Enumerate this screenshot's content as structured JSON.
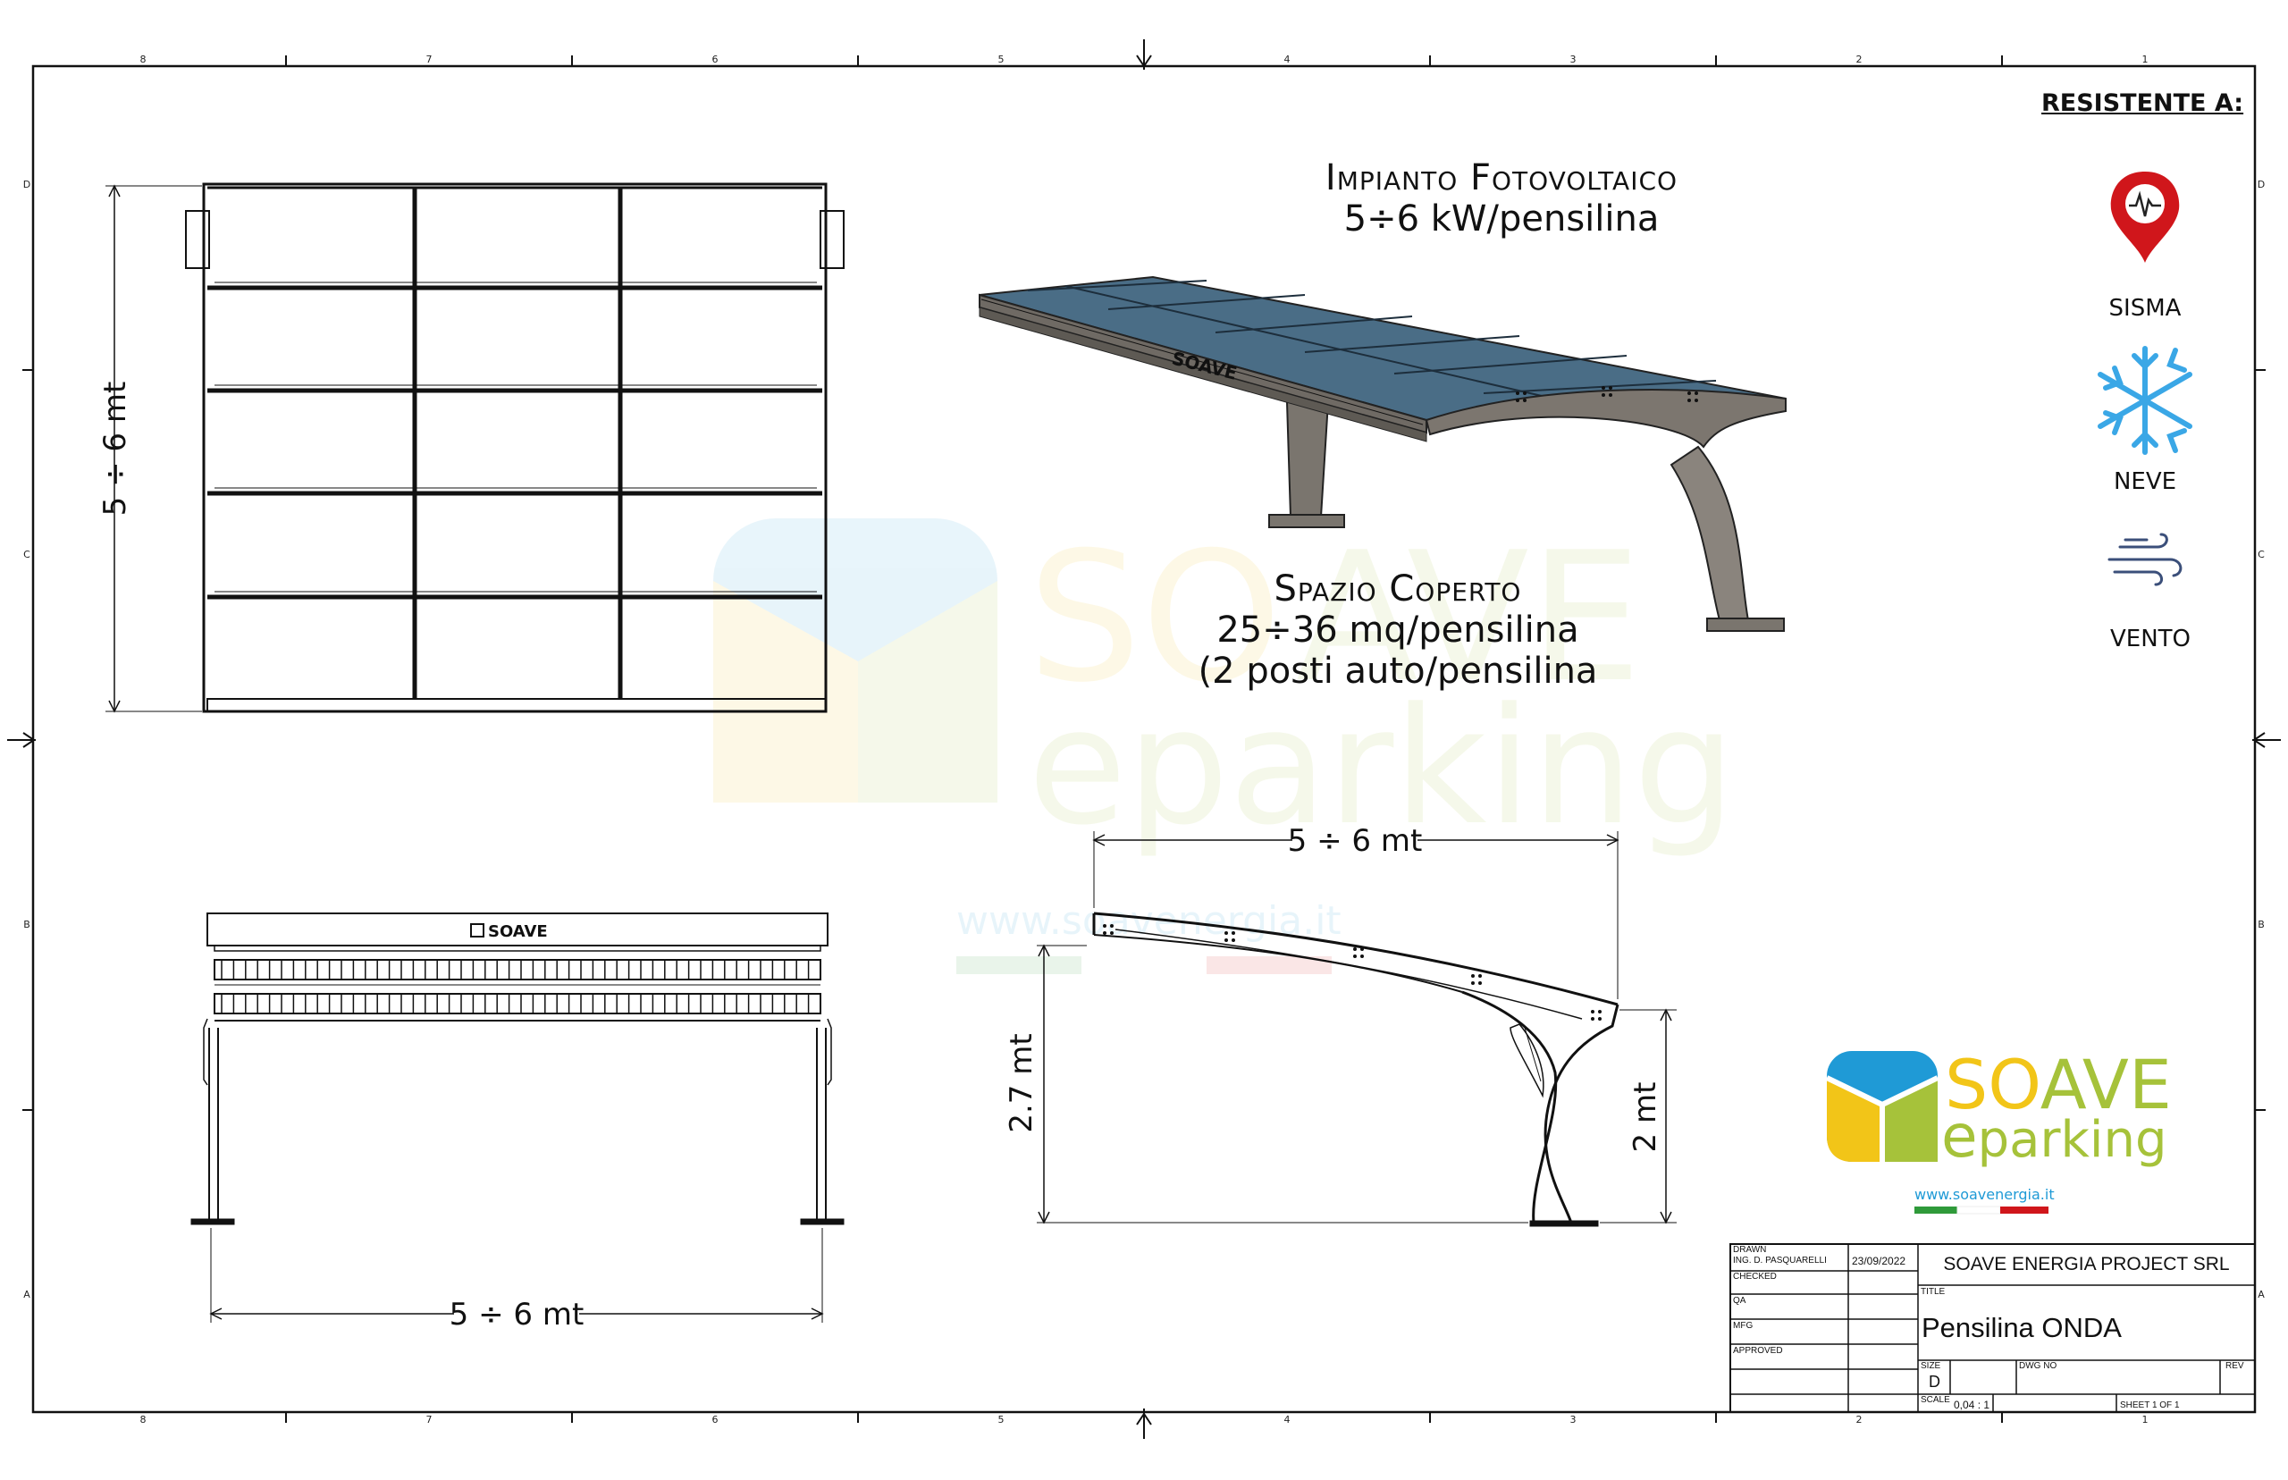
{
  "headings": {
    "pv_title": "Impianto Fotovoltaico",
    "pv_power": "5÷6 kW/pensilina",
    "space_title": "Spazio Coperto",
    "space_area": "25÷36 mq/pensilina",
    "space_cars": "(2 posti auto/pensilina"
  },
  "resistance": {
    "title": "RESISTENTE A:",
    "items": [
      {
        "label": "SISMA",
        "icon": "seismic-pin-icon",
        "color": "#d0161b"
      },
      {
        "label": "NEVE",
        "icon": "snowflake-icon",
        "color": "#3aa7e6"
      },
      {
        "label": "VENTO",
        "icon": "wind-icon",
        "color": "#3b4f7a"
      }
    ]
  },
  "dimensions": {
    "top_view_height": "5 ÷ 6 mt",
    "front_view_width": "5 ÷ 6 mt",
    "side_view_width": "5 ÷ 6 mt",
    "side_view_left_height": "2.7 mt",
    "side_view_right_height": "2 mt"
  },
  "labels": {
    "canopy_brand": "SOAVE",
    "front_brand": "SOAVE"
  },
  "logo": {
    "word_so": "SO",
    "word_ave": "AVE",
    "word_e": "e",
    "word_parking": "parking",
    "website": "www.soavenergia.it",
    "color_so": "#f2c518",
    "color_ave": "#a6c23a",
    "color_blue": "#1f9ad6"
  },
  "border": {
    "columns_top": [
      "8",
      "7",
      "6",
      "5",
      "4",
      "3",
      "2",
      "1"
    ],
    "columns_bottom": [
      "8",
      "7",
      "6",
      "5",
      "4",
      "3",
      "2",
      "1"
    ],
    "rows_left": [
      "D",
      "C",
      "B",
      "A"
    ],
    "rows_right": [
      "D",
      "C",
      "B",
      "A"
    ]
  },
  "title_block": {
    "drawn_label": "DRAWN",
    "drawn_by": "ING. D. PASQUARELLI",
    "drawn_date": "23/09/2022",
    "checked_label": "CHECKED",
    "qa_label": "QA",
    "mfg_label": "MFG",
    "approved_label": "APPROVED",
    "company": "SOAVE ENERGIA PROJECT SRL",
    "title_label": "TITLE",
    "title": "Pensilina ONDA",
    "size_label": "SIZE",
    "size": "D",
    "dwg_no_label": "DWG NO",
    "rev_label": "REV",
    "scale_label": "SCALE",
    "scale": "0,04 : 1",
    "sheet": "SHEET 1  OF 1"
  }
}
